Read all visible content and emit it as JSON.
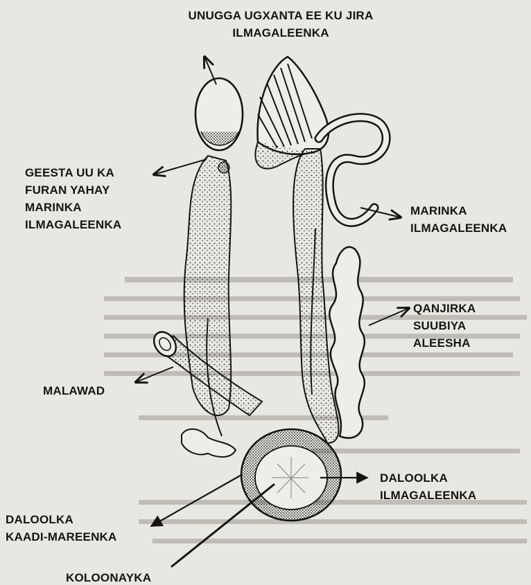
{
  "labels": {
    "ovary": {
      "lines": [
        "UNUGGA UGXANTA EE KU JIRA",
        "ILMAGALEENKA"
      ]
    },
    "fimbria": {
      "lines": [
        "GEESTA UU KA",
        "FURAN YAHAY",
        "MARINKA",
        "ILMAGALEENKA"
      ]
    },
    "vas_deferens": {
      "lines": [
        "MARINKA",
        "ILMAGALEENKA"
      ]
    },
    "urethra": {
      "lines": [
        "QANJIRKA",
        "SUUBIYA",
        "ALEESHA"
      ]
    },
    "ureter": {
      "lines": [
        "MALAWAD"
      ]
    },
    "seminal_vesicle": {
      "lines": [
        "DALOOLKA",
        "ILMAGALEENKA"
      ]
    },
    "urinary_opening": {
      "lines": [
        "DALOOLKA",
        "KAADI-MAREENKA"
      ]
    },
    "colon": {
      "lines": [
        "KOLOONAYKA"
      ]
    }
  },
  "colors": {
    "ink": "#141414",
    "paper": "#e9e7e1"
  }
}
